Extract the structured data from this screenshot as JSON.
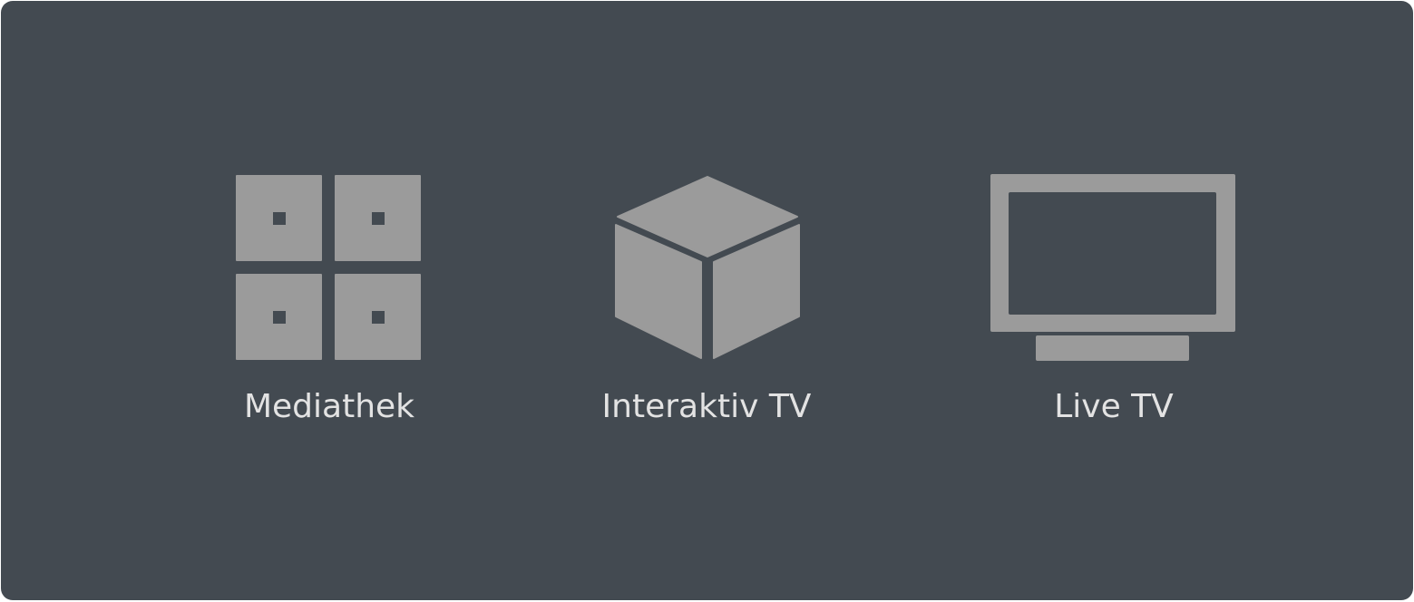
{
  "tiles": [
    {
      "label": "Mediathek",
      "icon": "grid-icon"
    },
    {
      "label": "Interaktiv TV",
      "icon": "cube-icon"
    },
    {
      "label": "Live TV",
      "icon": "tv-icon"
    }
  ],
  "colors": {
    "background": "#434a51",
    "icon": "#9b9b9b",
    "label": "#e3e3e3"
  }
}
